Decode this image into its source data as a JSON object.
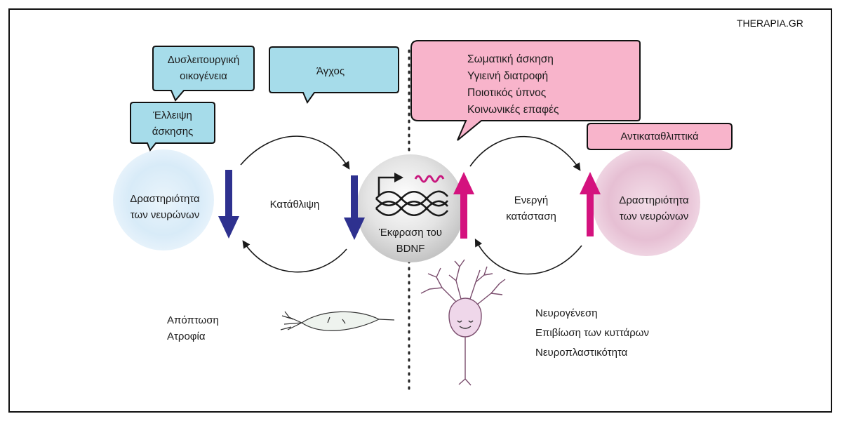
{
  "brand": "THERAPIA.GR",
  "colors": {
    "bubble_blue": "#a6dcea",
    "bubble_pink": "#f8b4cb",
    "arrow_down": "#2e318f",
    "arrow_up": "#d4127e",
    "divider": "#222222"
  },
  "left": {
    "bubbles": [
      {
        "lines": [
          "Δυσλειτουργική",
          "οικογένεια"
        ]
      },
      {
        "lines": [
          "Άγχος"
        ]
      },
      {
        "lines": [
          "Έλλειψη",
          "άσκησης"
        ]
      }
    ],
    "neuron_activity": [
      "Δραστηριότητα",
      "των νευρώνων"
    ],
    "cycle_label": "Κατάθλιψη",
    "outcomes": [
      "Απόπτωση",
      "Ατροφία"
    ]
  },
  "center": {
    "label": [
      "Έκφραση του",
      "BDNF"
    ]
  },
  "right": {
    "bubble_main": {
      "lines": [
        "Σωματική άσκηση",
        "Υγιεινή διατροφή",
        "Ποιοτικός ύπνος",
        "Κοινωνικές επαφές"
      ]
    },
    "bubble_small": {
      "lines": [
        "Αντικαταθλιπτικά"
      ]
    },
    "cycle_label": [
      "Ενεργή",
      "κατάσταση"
    ],
    "neuron_activity": [
      "Δραστηριότητα",
      "των νευρώνων"
    ],
    "outcomes": [
      "Νευρογένεση",
      "Επιβίωση των κυττάρων",
      "Νευροπλαστικότητα"
    ]
  }
}
